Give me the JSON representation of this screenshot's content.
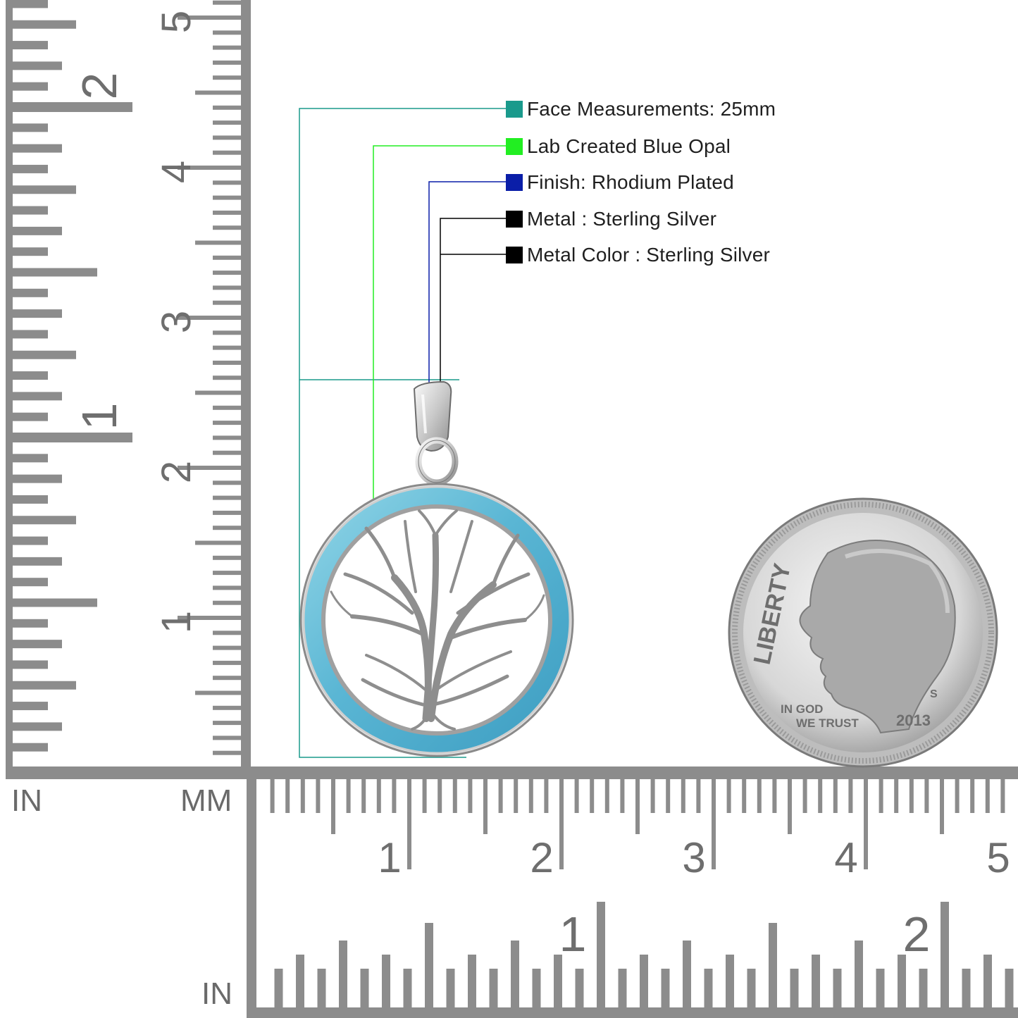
{
  "legend": [
    {
      "label": "Face Measurements: 25mm",
      "color": "#1a9a8c"
    },
    {
      "label": "Lab Created Blue Opal",
      "color": "#22ee22"
    },
    {
      "label": "Finish: Rhodium Plated",
      "color": "#0a1ea8"
    },
    {
      "label": "Metal : Sterling Silver",
      "color": "#000000"
    },
    {
      "label": "Metal Color : Sterling Silver",
      "color": "#000000"
    }
  ],
  "rulers": {
    "left_inch_unit": "IN",
    "mm_unit": "MM",
    "bottom_inch_unit": "IN",
    "left_inch_numbers": [
      "1",
      "2"
    ],
    "left_cm_numbers": [
      "1",
      "2",
      "3",
      "4",
      "5"
    ],
    "bottom_cm_numbers": [
      "1",
      "2",
      "3",
      "4",
      "5"
    ],
    "bottom_inch_numbers": [
      "1",
      "2"
    ]
  },
  "coin": {
    "legend_text": "LIBERTY",
    "motto_line1": "IN GOD",
    "motto_line2": "WE TRUST",
    "year": "2013",
    "mint_mark": "S"
  },
  "colors": {
    "ruler_gray": "#8c8c8c",
    "opal_blue": "#6fc3dc",
    "silver": "#d9d9d9"
  }
}
